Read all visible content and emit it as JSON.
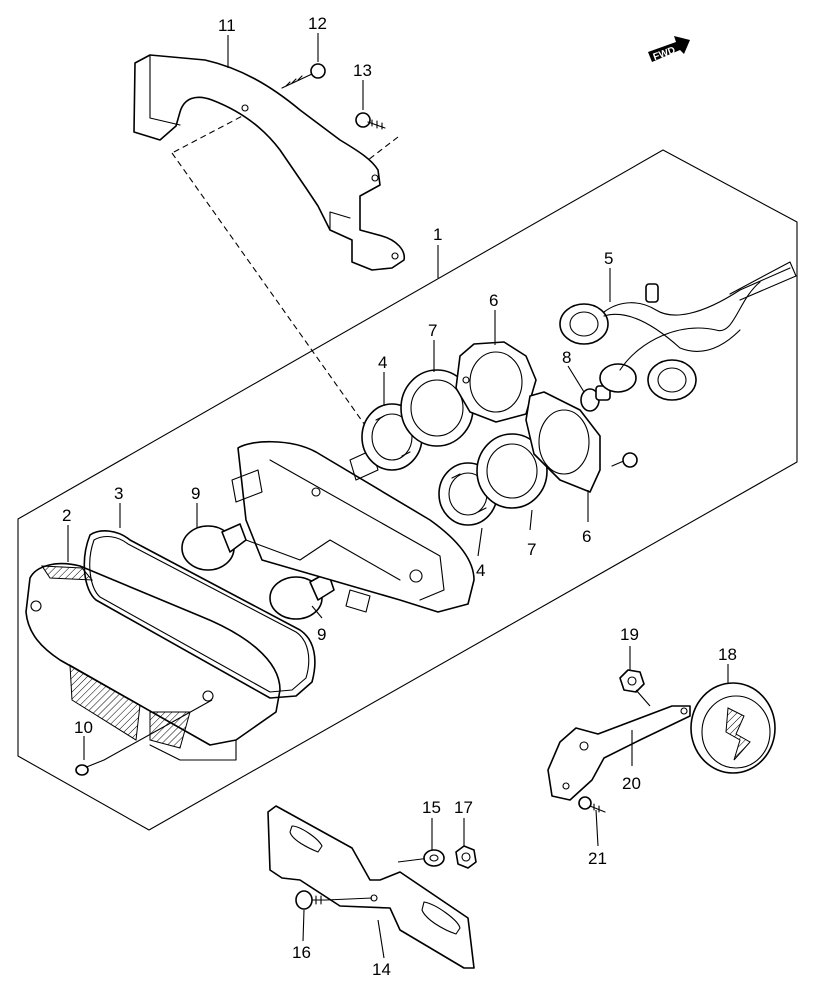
{
  "callouts": [
    {
      "id": "11",
      "text": "11"
    },
    {
      "id": "12",
      "text": "12"
    },
    {
      "id": "13",
      "text": "13"
    },
    {
      "id": "1",
      "text": "1"
    },
    {
      "id": "5",
      "text": "5"
    },
    {
      "id": "6a",
      "text": "6"
    },
    {
      "id": "7a",
      "text": "7"
    },
    {
      "id": "8",
      "text": "8"
    },
    {
      "id": "4a",
      "text": "4"
    },
    {
      "id": "9a",
      "text": "9"
    },
    {
      "id": "3",
      "text": "3"
    },
    {
      "id": "2",
      "text": "2"
    },
    {
      "id": "9b",
      "text": "9"
    },
    {
      "id": "4b",
      "text": "4"
    },
    {
      "id": "7b",
      "text": "7"
    },
    {
      "id": "6b",
      "text": "6"
    },
    {
      "id": "10",
      "text": "10"
    },
    {
      "id": "19",
      "text": "19"
    },
    {
      "id": "18",
      "text": "18"
    },
    {
      "id": "20",
      "text": "20"
    },
    {
      "id": "21",
      "text": "21"
    },
    {
      "id": "15",
      "text": "15"
    },
    {
      "id": "17",
      "text": "17"
    },
    {
      "id": "16",
      "text": "16"
    },
    {
      "id": "14",
      "text": "14"
    }
  ],
  "fwd_badge": {
    "text": "FWD",
    "icon": "fwd-arrow-icon"
  }
}
